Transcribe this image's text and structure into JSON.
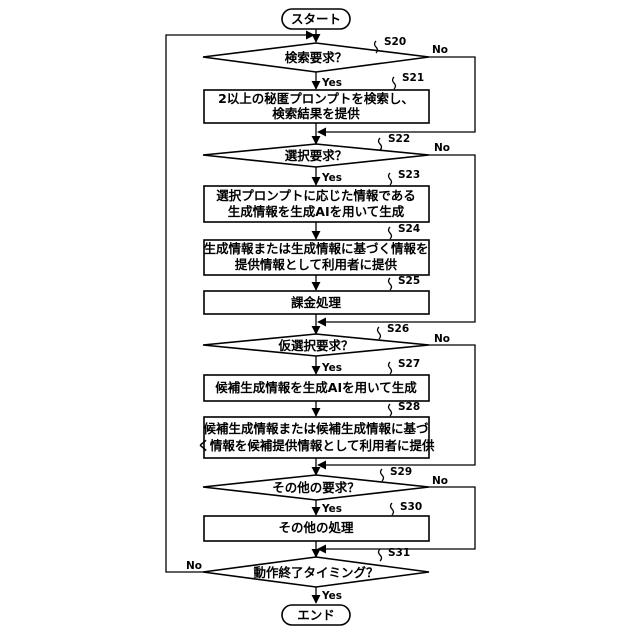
{
  "flowchart": {
    "start": "スタート",
    "end": "エンド",
    "yes": "Yes",
    "no": "No",
    "steps": {
      "s20": {
        "id": "S20",
        "text": [
          "検索要求？"
        ]
      },
      "s21": {
        "id": "S21",
        "text": [
          "2以上の秘匿プロンプトを検索し、",
          "検索結果を提供"
        ]
      },
      "s22": {
        "id": "S22",
        "text": [
          "選択要求？"
        ]
      },
      "s23": {
        "id": "S23",
        "text": [
          "選択プロンプトに応じた情報である",
          "生成情報を生成AIを用いて生成"
        ]
      },
      "s24": {
        "id": "S24",
        "text": [
          "生成情報または生成情報に基づく情報を",
          "提供情報として利用者に提供"
        ]
      },
      "s25": {
        "id": "S25",
        "text": [
          "課金処理"
        ]
      },
      "s26": {
        "id": "S26",
        "text": [
          "仮選択要求？"
        ]
      },
      "s27": {
        "id": "S27",
        "text": [
          "候補生成情報を生成AIを用いて生成"
        ]
      },
      "s28": {
        "id": "S28",
        "text": [
          "候補生成情報または候補生成情報に基づ",
          "く情報を候補提供情報として利用者に提供"
        ]
      },
      "s29": {
        "id": "S29",
        "text": [
          "その他の要求？"
        ]
      },
      "s30": {
        "id": "S30",
        "text": [
          "その他の処理"
        ]
      },
      "s31": {
        "id": "S31",
        "text": [
          "動作終了タイミング？"
        ]
      }
    }
  }
}
